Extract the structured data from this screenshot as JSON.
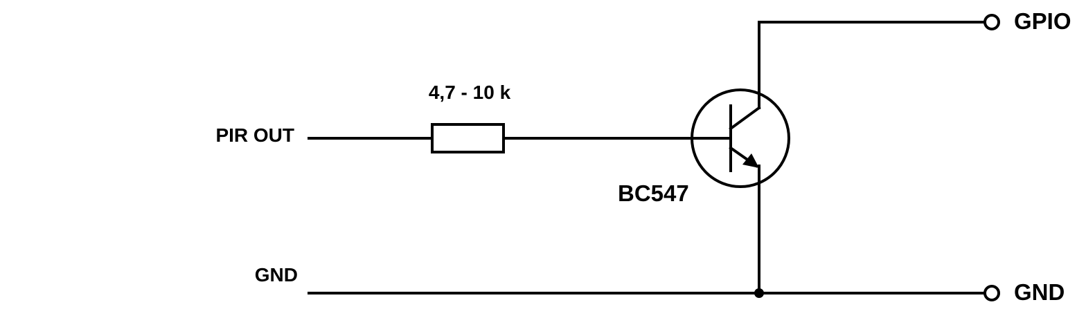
{
  "inputs": {
    "pir_out": "PIR OUT",
    "gnd": "GND"
  },
  "outputs": {
    "gpio": "GPIO",
    "gnd": "GND"
  },
  "resistor": {
    "value": "4,7 - 10 k"
  },
  "transistor": {
    "part": "BC547"
  }
}
